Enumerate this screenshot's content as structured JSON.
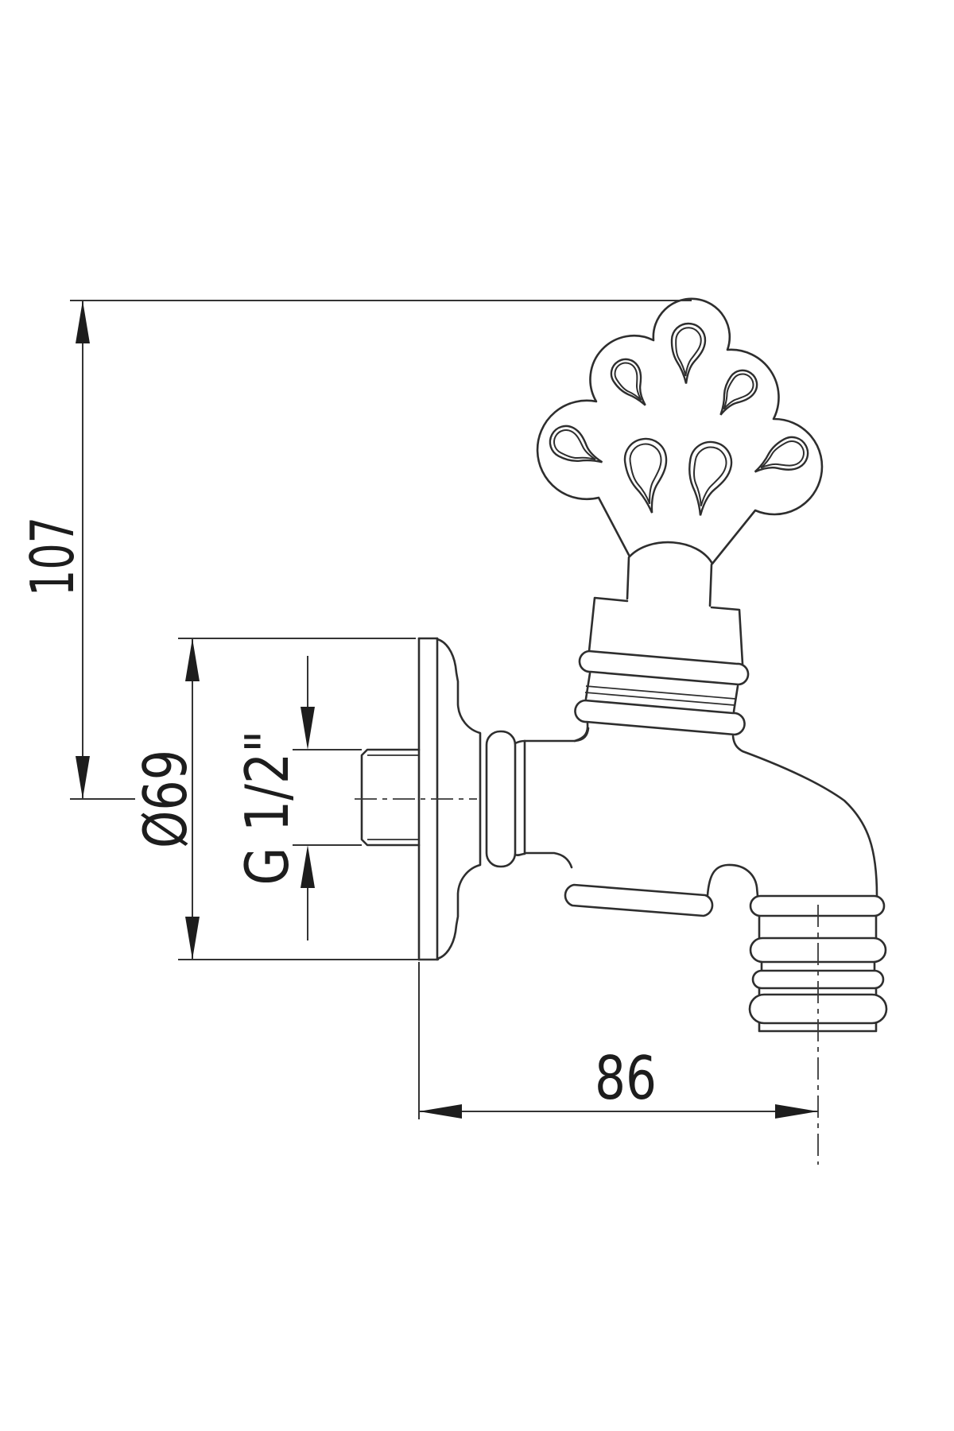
{
  "drawing": {
    "type": "technical-dimension-drawing",
    "subject": "decorative wall-mounted garden tap, side view",
    "background_color": "#ffffff",
    "line_color": "#2e2e2e",
    "dimension_color": "#1d1d1d",
    "dimensions": {
      "overall_height": {
        "label": "107",
        "orientation": "vertical"
      },
      "flange_diameter": {
        "label": "Ø69",
        "orientation": "vertical"
      },
      "inlet_thread": {
        "label": "G 1/2\"",
        "orientation": "vertical"
      },
      "wall_projection": {
        "label": "86",
        "orientation": "horizontal"
      }
    }
  }
}
